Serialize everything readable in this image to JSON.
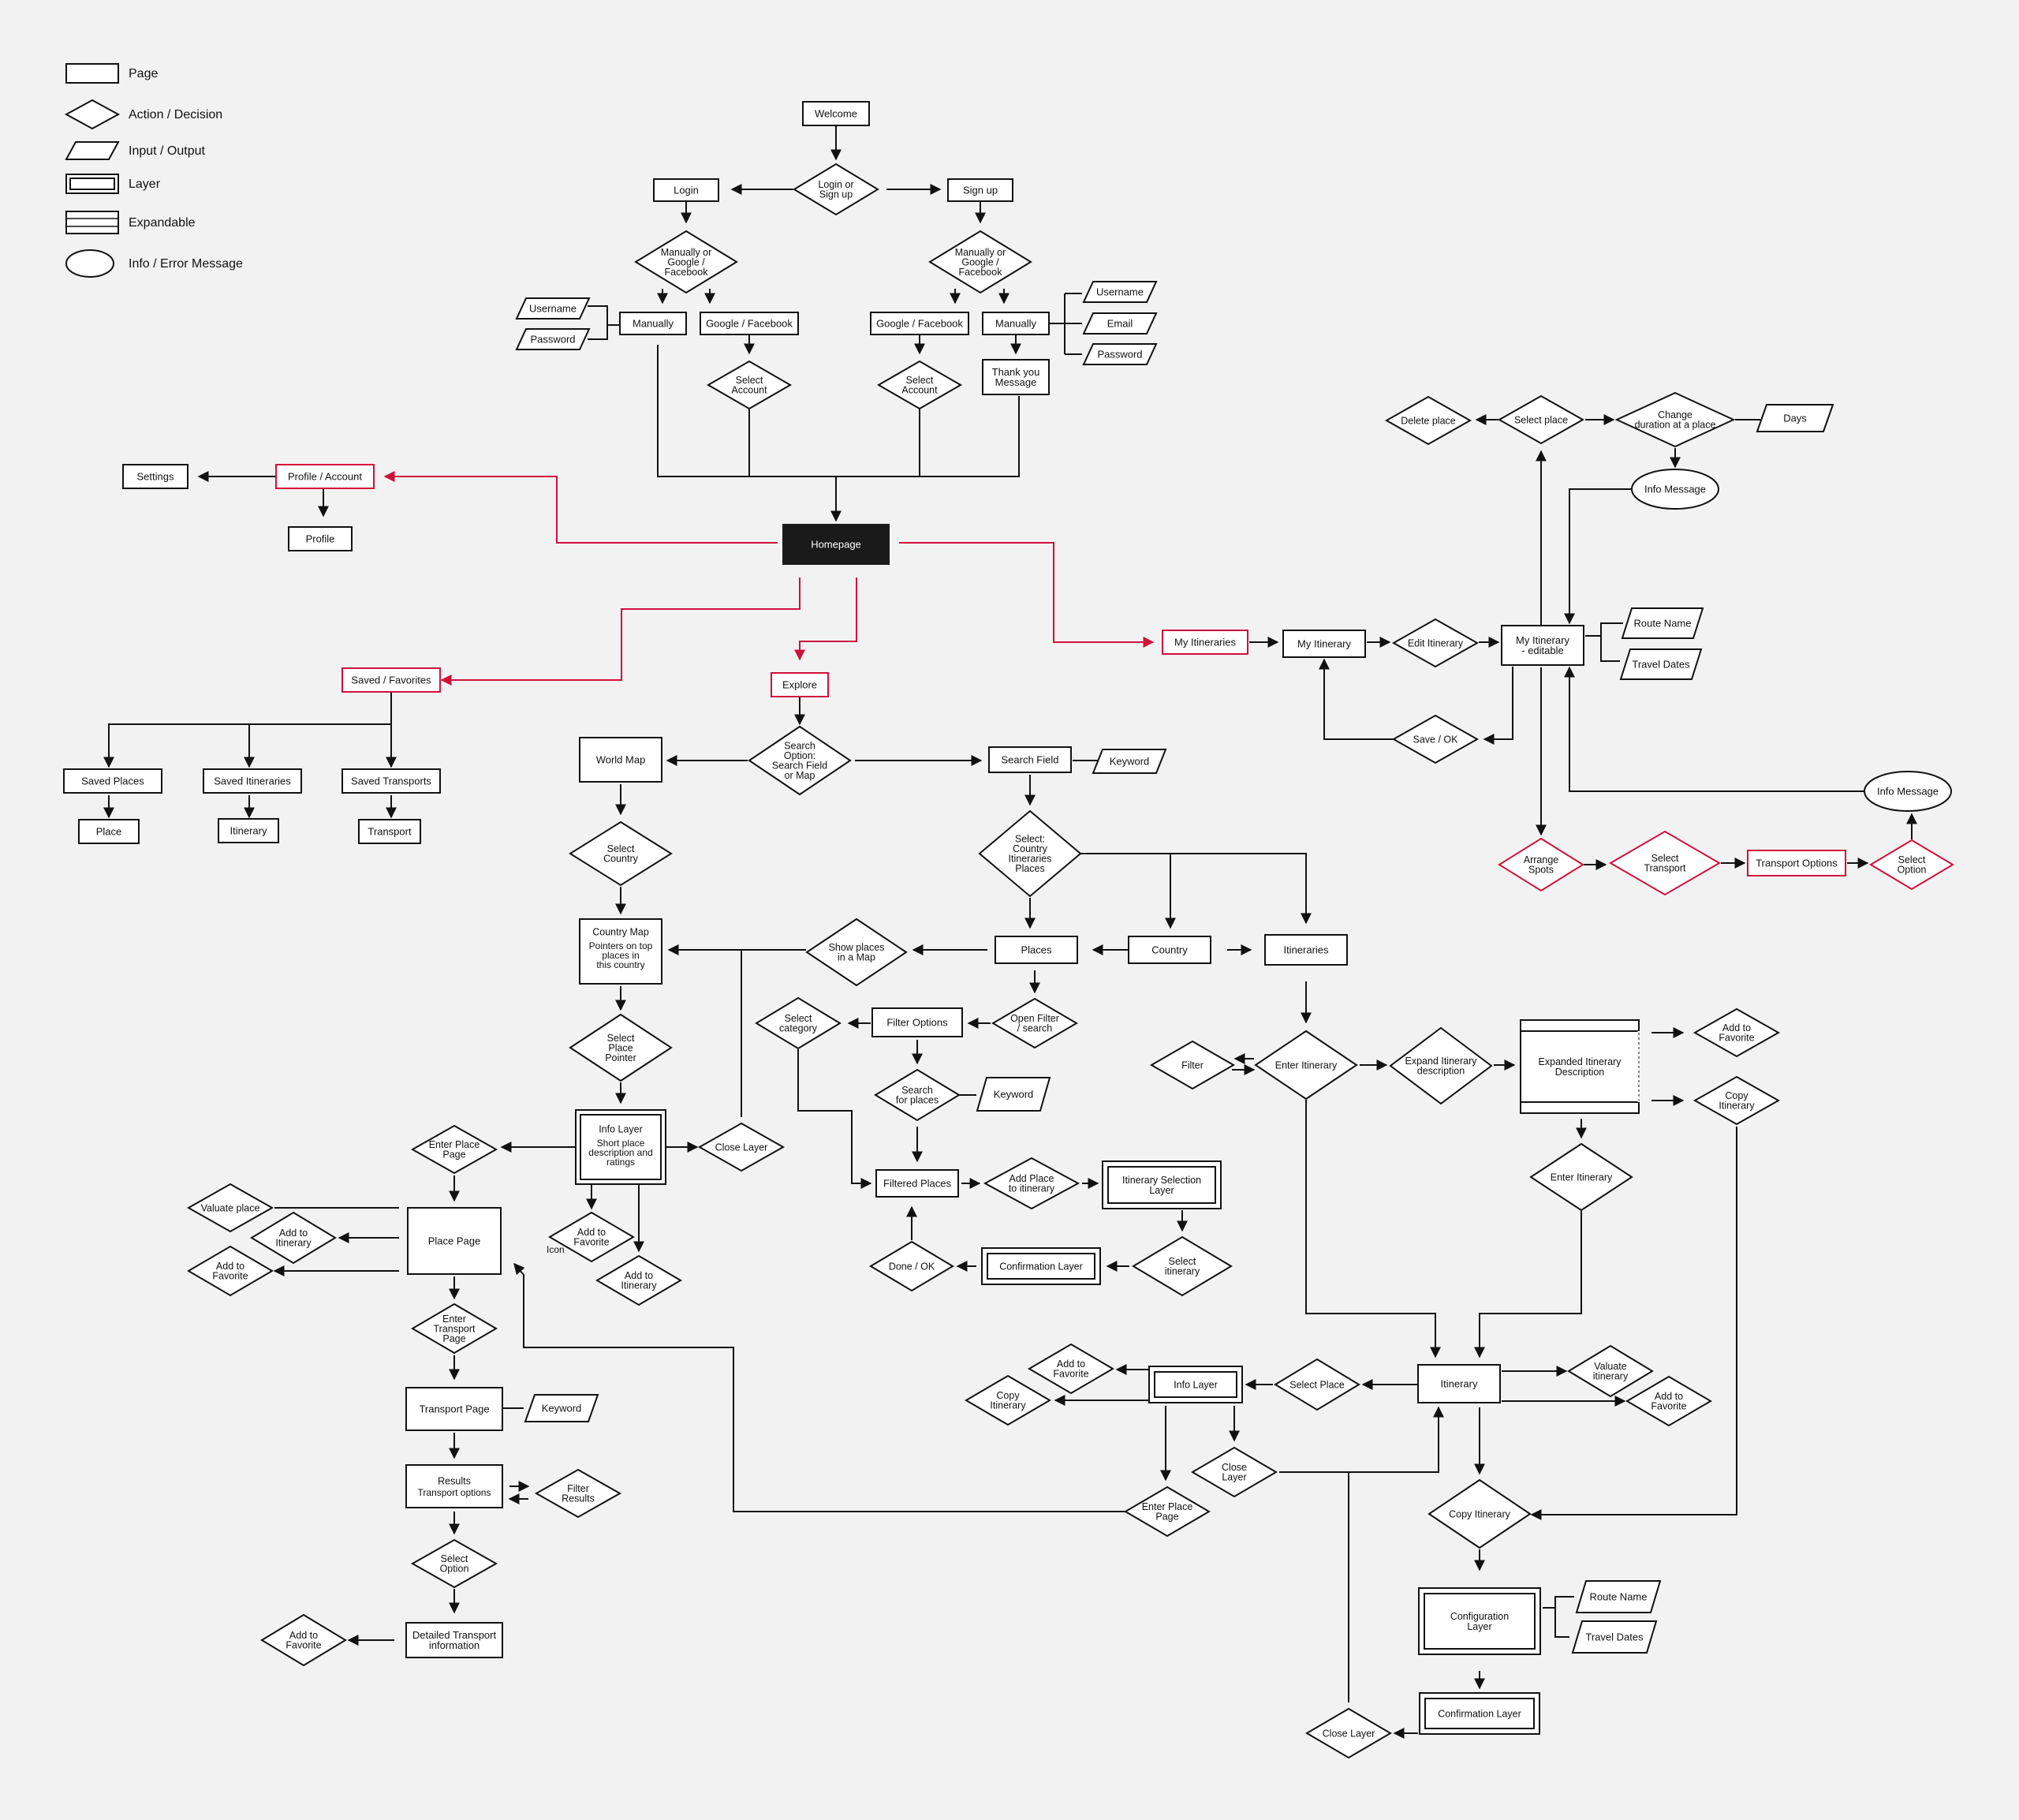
{
  "colors": {
    "stroke": "#111111",
    "accent": "#d0103a",
    "dark_fill": "#1a1a1a",
    "background": "#f2f2f2"
  },
  "legend": [
    {
      "shape": "rect",
      "label": "Page"
    },
    {
      "shape": "diamond",
      "label": "Action / Decision"
    },
    {
      "shape": "parallelogram",
      "label": "Input / Output"
    },
    {
      "shape": "layer",
      "label": "Layer"
    },
    {
      "shape": "expandable",
      "label": "Expandable"
    },
    {
      "shape": "ellipse",
      "label": "Info / Error Message"
    }
  ],
  "nodes": {
    "welcome": "Welcome",
    "login_or_signup": "Login or|Sign up",
    "login": "Login",
    "sign_up": "Sign up",
    "login_method": "Manually or|Google /|Facebook",
    "signup_method": "Manually or|Google /|Facebook",
    "login_username": "Username",
    "login_password": "Password",
    "login_manually": "Manually",
    "login_google": "Google / Facebook",
    "signup_google": "Google / Facebook",
    "signup_manually": "Manually",
    "signup_username": "Username",
    "signup_email": "Email",
    "signup_password": "Password",
    "login_select_account": "Select|Account",
    "signup_select_account": "Select|Account",
    "thank_you": "Thank you|Message",
    "settings": "Settings",
    "profile_account": "Profile / Account",
    "profile": "Profile",
    "homepage": "Homepage",
    "saved_favorites": "Saved / Favorites",
    "explore": "Explore",
    "my_itineraries": "My Itineraries",
    "my_itinerary": "My Itinerary",
    "edit_itinerary": "Edit Itinerary",
    "my_itinerary_editable": "My Itinerary|- editable",
    "route_name_top": "Route Name",
    "travel_dates_top": "Travel Dates",
    "save_ok": "Save / OK",
    "delete_place": "Delete place",
    "select_place_top": "Select place",
    "change_duration": "Change|duration at a place",
    "days": "Days",
    "info_message_top": "Info Message",
    "info_message_right": "Info Message",
    "arrange_spots": "Arrange|Spots",
    "select_transport_top": "Select|Transport",
    "transport_options": "Transport Options",
    "select_option_top": "Select|Option",
    "saved_places": "Saved Places",
    "saved_itineraries": "Saved Itineraries",
    "saved_transports": "Saved Transports",
    "place_small": "Place",
    "itinerary_small": "Itinerary",
    "transport_small": "Transport",
    "world_map": "World Map",
    "search_option": "Search|Option:|Search Field|or Map",
    "search_field": "Search Field",
    "keyword_search": "Keyword",
    "select_country": "Select|Country",
    "select_cip": "Select:|Country|Itineraries|Places",
    "country_map_title": "Country Map",
    "country_map_sub": "Pointers on top|places in|this country",
    "show_places_map": "Show places|in a Map",
    "places": "Places",
    "country": "Country",
    "itineraries": "Itineraries",
    "select_place_pointer": "Select|Place|Pointer",
    "select_category": "Select|category",
    "filter_options": "Filter Options",
    "open_filter": "Open Filter|/ search",
    "search_for_places": "Search|for places",
    "keyword_places": "Keyword",
    "info_layer_title": "Info Layer",
    "info_layer_sub": "Short place|description and|ratings",
    "close_layer_mid": "Close Layer",
    "enter_place_page": "Enter Place|Page",
    "valuate_place": "Valuate place",
    "add_to_itinerary_left": "Add to|Itinerary",
    "add_to_favorite_left": "Add to|Favorite",
    "place_page": "Place Page",
    "add_to_favorite_mid": "Add to|Favorite",
    "add_to_itinerary_mid": "Add to|Itinerary",
    "icon_label": "Icon",
    "filtered_places": "Filtered Places",
    "add_place_to_itinerary": "Add Place|to itinerary",
    "itinerary_selection_layer": "Itinerary Selection|Layer",
    "select_itinerary": "Select|itinerary",
    "confirmation_layer_mid": "Confirmation Layer",
    "done_ok": "Done / OK",
    "filter": "Filter",
    "enter_itinerary_top": "Enter Itinerary",
    "expand_itinerary_desc": "Expand Itinerary|description",
    "expanded_itinerary_desc": "Expanded Itinerary|Description",
    "add_to_favorite_right": "Add to|Favorite",
    "copy_itinerary_right": "Copy|Itinerary",
    "enter_itinerary_mid": "Enter Itinerary",
    "enter_transport_page": "Enter|Transport|Page",
    "transport_page": "Transport Page",
    "keyword_transport": "Keyword",
    "results_title": "Results",
    "results_sub": "Transport options",
    "filter_results": "Filter|Results",
    "select_option_bottom": "Select|Option",
    "detailed_transport": "Detailed Transport|information",
    "add_to_favorite_bottom": "Add to|Favorite",
    "itinerary_main": "Itinerary",
    "select_place_bottom": "Select Place",
    "info_layer_bottom": "Info Layer",
    "add_to_favorite_info": "Add to|Favorite",
    "copy_itinerary_info": "Copy|Itinerary",
    "close_layer_bottom": "Close|Layer",
    "enter_place_page_bottom": "Enter Place|Page",
    "valuate_itinerary": "Valuate|itinerary",
    "add_to_favorite_itin": "Add to|Favorite",
    "copy_itinerary_main": "Copy Itinerary",
    "configuration_layer": "Configuration|Layer",
    "route_name_bottom": "Route Name",
    "travel_dates_bottom": "Travel Dates",
    "confirmation_layer_bottom": "Confirmation Layer",
    "close_layer_final": "Close Layer"
  }
}
